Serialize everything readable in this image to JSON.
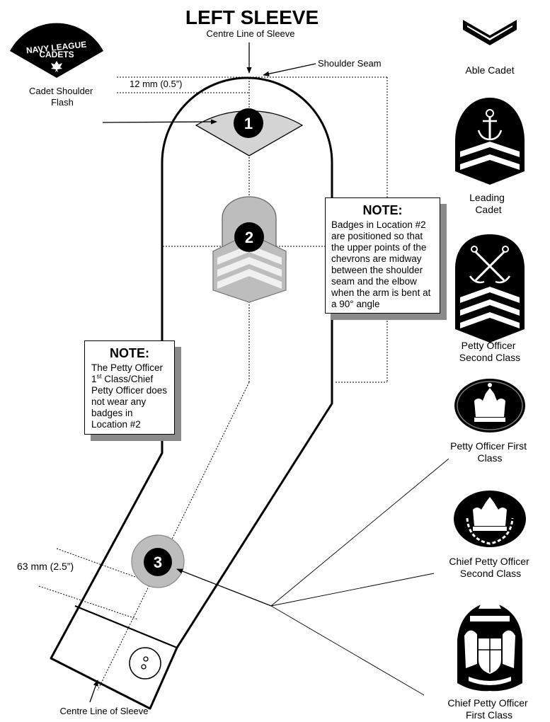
{
  "title": "LEFT SLEEVE",
  "labels": {
    "centre_line_top": "Centre Line of Sleeve",
    "shoulder_seam": "Shoulder Seam",
    "measure_12": "12 mm (0.5”)",
    "measure_63": "63 mm (2.5”)",
    "centre_line_bottom": "Centre Line of Sleeve",
    "flash_caption": "Cadet Shoulder Flash"
  },
  "flash": {
    "line1": "NAVY LEAGUE",
    "line2": "CADETS"
  },
  "locations": [
    "1",
    "2",
    "3"
  ],
  "note_right": {
    "title": "NOTE:",
    "body": "Badges in Location #2 are positioned so that the upper points of the chevrons are midway between the shoulder seam and the elbow when the arm is bent at a 90° angle"
  },
  "note_left": {
    "title": "NOTE:",
    "body_before": "The Petty Officer 1",
    "sup": "st",
    "body_after": " Class/Chief Petty Officer does not wear any badges in Location #2"
  },
  "ranks": [
    {
      "name": "Able Cadet",
      "icon": "single-chevron-icon"
    },
    {
      "name": "Leading Cadet",
      "icon": "anchor-chevron-icon"
    },
    {
      "name": "Petty Officer Second Class",
      "icon": "crossed-anchors-chevron-icon"
    },
    {
      "name": "Petty Officer First Class",
      "icon": "crown-icon"
    },
    {
      "name": "Chief Petty Officer Second Class",
      "icon": "crown-wreath-icon"
    },
    {
      "name": "Chief Petty Officer First Class",
      "icon": "coat-of-arms-icon"
    }
  ],
  "rank_caption_lines": [
    [
      "Able Cadet"
    ],
    [
      "Leading",
      "Cadet"
    ],
    [
      "Petty Officer",
      "Second Class"
    ],
    [
      "Petty Officer First",
      "Class"
    ],
    [
      "Chief Petty Officer",
      "Second Class"
    ],
    [
      "Chief Petty Officer",
      "First Class"
    ]
  ]
}
